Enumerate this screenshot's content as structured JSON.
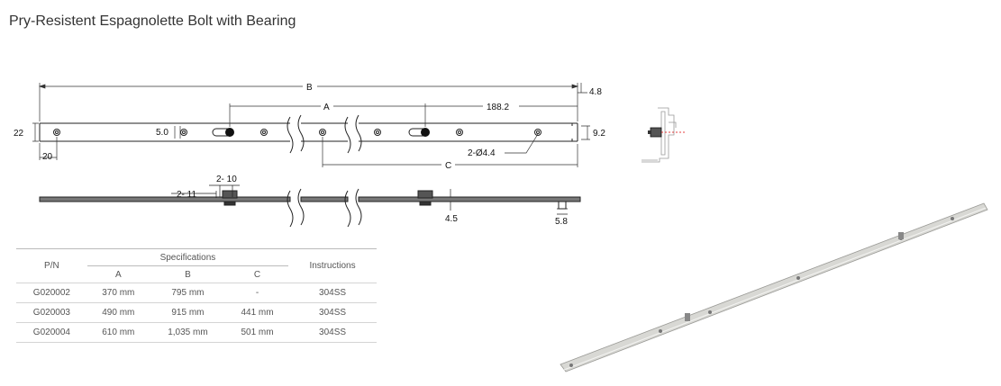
{
  "title": "Pry-Resistent Espagnolette Bolt with Bearing",
  "drawing": {
    "dim_b": "B",
    "dim_a": "A",
    "dim_c": "C",
    "dim_188": "188.2",
    "dim_48": "4.8",
    "dim_92": "9.2",
    "dim_22": "22",
    "dim_20": "20",
    "dim_50": "5.0",
    "dim_hole": "2-Ø4.4",
    "dim_210": "2- 10",
    "dim_211": "2- 11",
    "dim_45": "4.5",
    "dim_58": "5.8"
  },
  "table": {
    "col_pn": "P/N",
    "col_specs": "Specifications",
    "col_a": "A",
    "col_b": "B",
    "col_c": "C",
    "col_instr": "Instructions",
    "rows": [
      {
        "pn": "G020002",
        "a": "370 mm",
        "b": "795 mm",
        "c": "-",
        "instr": "304SS"
      },
      {
        "pn": "G020003",
        "a": "490 mm",
        "b": "915 mm",
        "c": "441 mm",
        "instr": "304SS"
      },
      {
        "pn": "G020004",
        "a": "610 mm",
        "b": "1,035 mm",
        "c": "501 mm",
        "instr": "304SS"
      }
    ]
  }
}
